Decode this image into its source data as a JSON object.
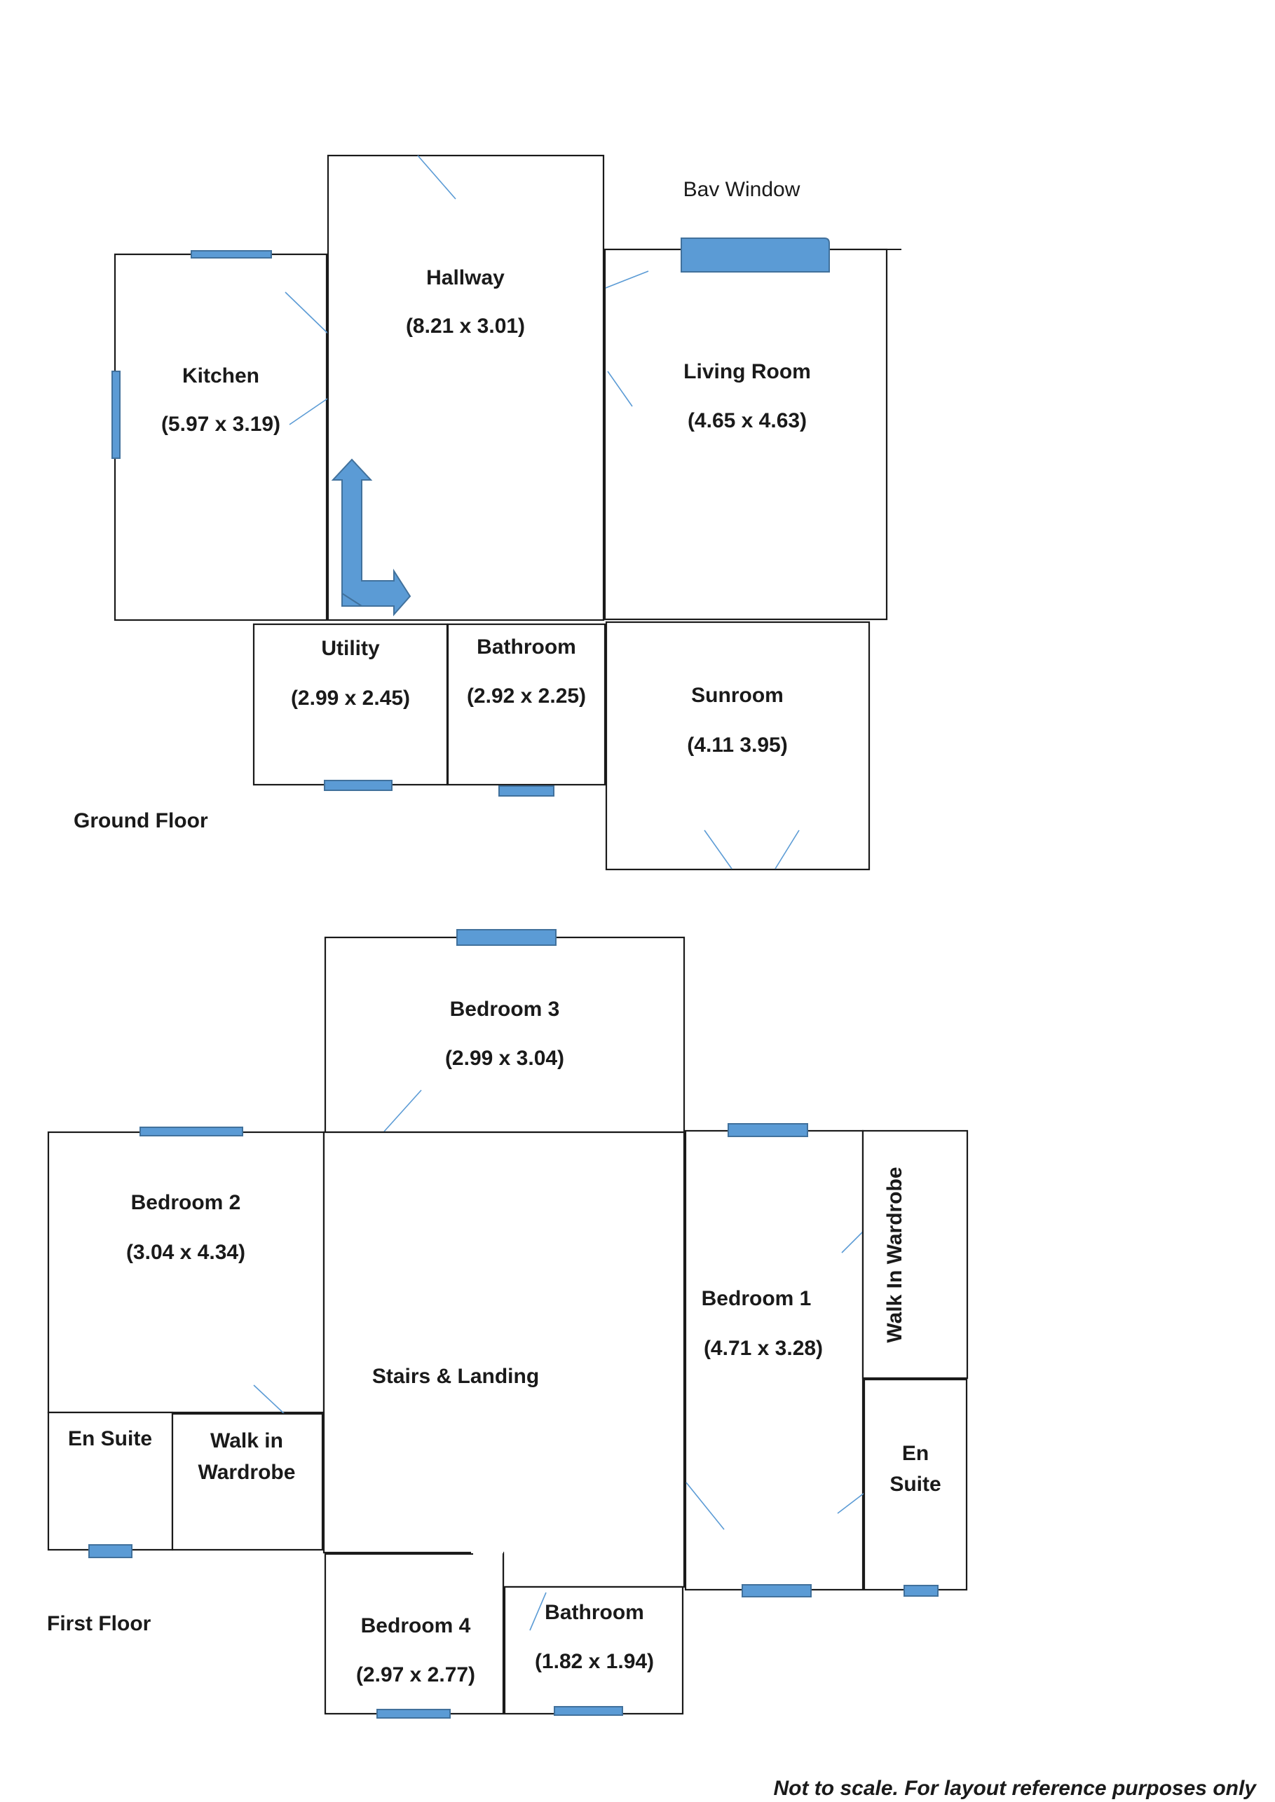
{
  "ground_floor": {
    "label": "Ground Floor",
    "bay_window_label": "Bav Window",
    "rooms": {
      "kitchen": {
        "name": "Kitchen",
        "size": "(5.97 x 3.19)"
      },
      "hallway": {
        "name": "Hallway",
        "size": "(8.21 x 3.01)"
      },
      "living_room": {
        "name": "Living Room",
        "size": "(4.65 x 4.63)"
      },
      "utility": {
        "name": "Utility",
        "size": "(2.99 x 2.45)"
      },
      "bathroom": {
        "name": "Bathroom",
        "size": "(2.92 x 2.25)"
      },
      "sunroom": {
        "name": "Sunroom",
        "size": "(4.11 3.95)"
      }
    }
  },
  "first_floor": {
    "label": "First Floor",
    "rooms": {
      "bedroom_3": {
        "name": "Bedroom 3",
        "size": "(2.99 x 3.04)"
      },
      "bedroom_2": {
        "name": "Bedroom 2",
        "size": "(3.04 x 4.34)"
      },
      "stairs_landing": {
        "name": "Stairs & Landing"
      },
      "bedroom_1": {
        "name": "Bedroom 1",
        "size": "(4.71 x 3.28)"
      },
      "walk_in_wardrobe_right": {
        "name": "Walk In Wardrobe"
      },
      "en_suite_right": {
        "line1": "En",
        "line2": "Suite"
      },
      "en_suite_left": {
        "name": "En Suite"
      },
      "walk_in_wardrobe_left": {
        "line1": "Walk in",
        "line2": "Wardrobe"
      },
      "bedroom_4": {
        "name": "Bedroom 4",
        "size": "(2.97 x 2.77)"
      },
      "bathroom": {
        "name": "Bathroom",
        "size": "(1.82 x 1.94)"
      }
    }
  },
  "footnote": "Not to scale. For layout reference purposes only",
  "colors": {
    "window_fill": "#5b9bd5",
    "window_stroke": "#41719c",
    "door_line": "#5b9bd5",
    "wall": "#1a1a1a"
  }
}
